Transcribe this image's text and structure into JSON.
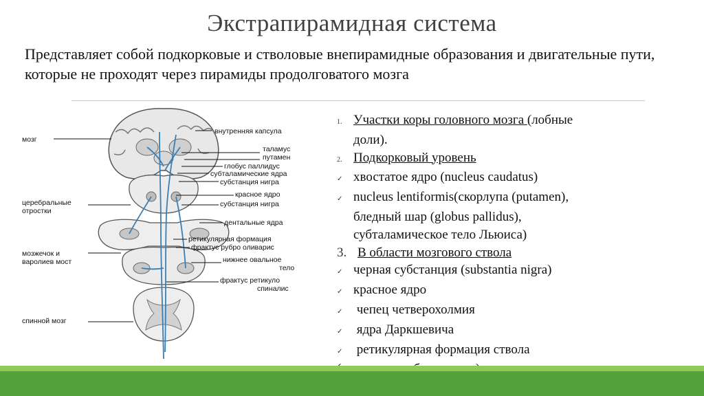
{
  "slide": {
    "title": "Экстрапирамидная система",
    "intro": "Представляет собой подкорковые и стволовые внепирамидные образования и двигательные пути, которые не проходят через пирамиды продолговатого мозга"
  },
  "figure": {
    "left_labels": {
      "brain": "мозг",
      "peduncles_1": "церебральные",
      "peduncles_2": "отростки",
      "cerebellum_1": "мозжечок и",
      "cerebellum_2": "варолиев мост",
      "spinal": "спинной мозг"
    },
    "right_labels": {
      "capsule": "внутренняя капсула",
      "thalamus": "таламус",
      "putamen": "путамен",
      "pallidus": "глобус паллидус",
      "subthalamic": "субталамические ядра",
      "nigra1": "субстанция нигра",
      "red": "красное ядро",
      "nigra2": "субстанция нигра",
      "dentate": "дентальные ядра",
      "reticular": "ретикулярная формация",
      "rubro": "фрактус рубро оливарис",
      "olive1": "нижнее овальное",
      "olive2": "тело",
      "retspin1": "фрактус ретикуло",
      "retspin2": "спиналис"
    }
  },
  "list": {
    "item1_num": "1.",
    "item1_u": "Участки коры головного мозга ",
    "item1_rest": "(лобные",
    "item1_cont": "доли).",
    "item2_num": "2.",
    "item2_u": "Подкорковый уровень",
    "b1": "хвостатое ядро (nucleus caudatus)",
    "b2": "nucleus lentiformis(скорлупа (putamen),",
    "b2_cont1": "бледный шар (globus pallidus),",
    "b2_cont2": "субталамическое тело Льюиса)",
    "item3_num": "3.",
    "item3_u": "В области мозгового ствола",
    "b3": "черная субстанция (substantia nigra)",
    "b4": "красное ядро",
    "b5": " чепец четверохолмия",
    "b6": " ядра Даркшевича",
    "b7": " ретикулярная формация ствола",
    "b7_cont": "(сетевидное образование);",
    "checkmark": "✓"
  },
  "colors": {
    "band_light": "#8fca5a",
    "band_dark": "#54a33a",
    "pathway": "#3a7fb5"
  }
}
